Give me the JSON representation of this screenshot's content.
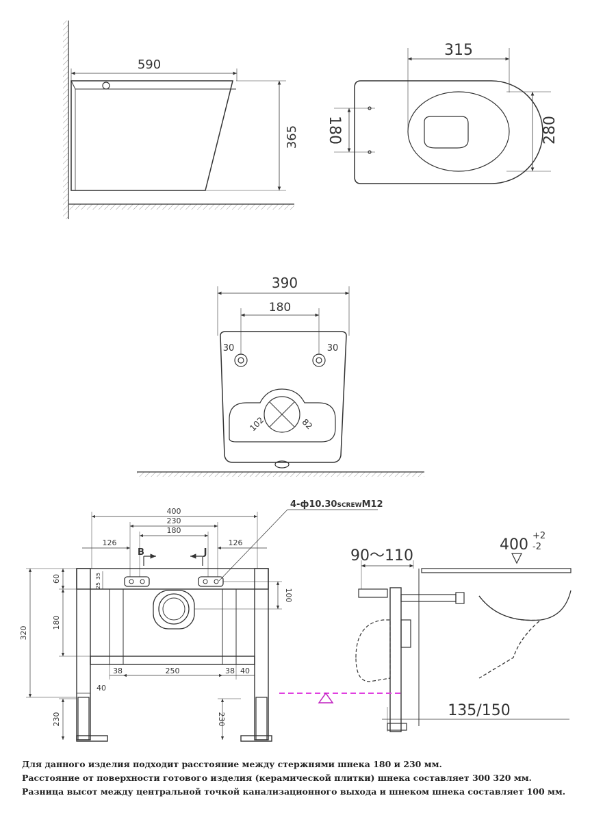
{
  "side_view": {
    "width": "590",
    "height": "365"
  },
  "top_view": {
    "width": "315",
    "depth": "280",
    "bolt_spacing": "180"
  },
  "back_view": {
    "overall_width": "390",
    "bolt_spacing": "180",
    "hole_left": "30",
    "hole_right": "30",
    "drain_left": "102",
    "drain_right": "82"
  },
  "frame_front": {
    "top_width": "400",
    "inner_spacing": "230",
    "bolt_spacing": "180",
    "left_offset": "126",
    "right_offset": "126",
    "screw_spec": "4-ф10.30",
    "screw_spec_small": "SCREW",
    "screw_spec_end": "M12",
    "section_b": "B",
    "section_j": "J",
    "left_60": "60",
    "left_35": "35",
    "left_25": "25",
    "left_180": "180",
    "left_320": "320",
    "right_100": "100",
    "bottom_38_left": "38",
    "bottom_250": "250",
    "bottom_38_right": "38",
    "bottom_40_right": "40",
    "bottom_40_left": "40",
    "leg_left": "230",
    "leg_right": "230"
  },
  "frame_side": {
    "distance": "90～110",
    "height": "400",
    "tol_plus": "+2",
    "tol_minus": "-2",
    "pipe": "135/150"
  },
  "notes": [
    "Для данного изделия подходит расстояние между стержнями шнека 180 и 230 мм.",
    "Расстояние от поверхности готового изделия (керамической плитки) шнека составляет 300 320 мм.",
    "Разница высот между центральной точкой канализационного выхода и шнеком шнека составляет 100 мм."
  ]
}
